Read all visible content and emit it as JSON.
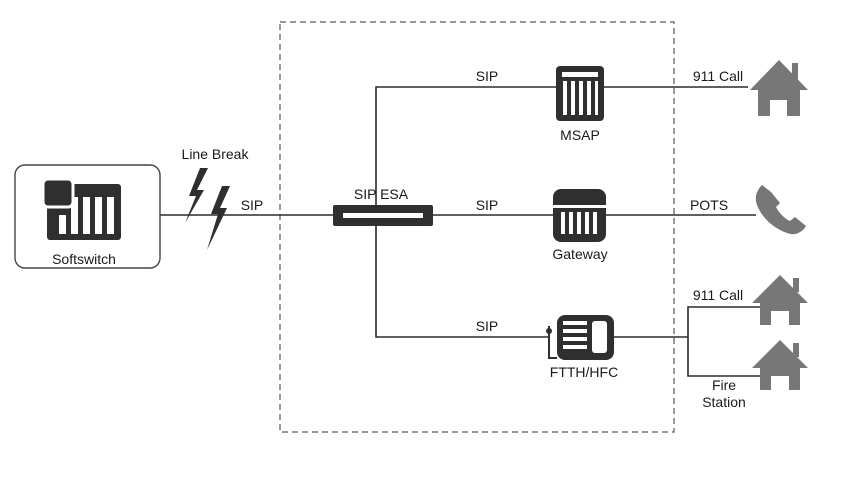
{
  "labels": {
    "softswitch": "Softswitch",
    "line_break": "Line Break",
    "sip_left": "SIP",
    "sip_esa": "SIP ESA",
    "sip_top": "SIP",
    "sip_mid": "SIP",
    "sip_bottom": "SIP",
    "msap": "MSAP",
    "gateway": "Gateway",
    "ftth_hfc": "FTTH/HFC",
    "call_911_top": "911 Call",
    "pots": "POTS",
    "call_911_bottom": "911 Call",
    "fire_line1": "Fire",
    "fire_line2": "Station"
  },
  "icons": {
    "softswitch": "softswitch-icon",
    "line_break": "lightning-icon",
    "sip_esa": "sip-esa-bar-icon",
    "msap": "msap-device-icon",
    "gateway": "gateway-device-icon",
    "ftth_hfc": "ont-device-icon",
    "house_top": "house-icon",
    "phone": "phone-icon",
    "house_bottom_1": "house-icon",
    "house_bottom_2": "house-icon"
  },
  "colors": {
    "device": "#2f2f2f",
    "endpoint": "#777777",
    "dashed_border": "#777777"
  }
}
